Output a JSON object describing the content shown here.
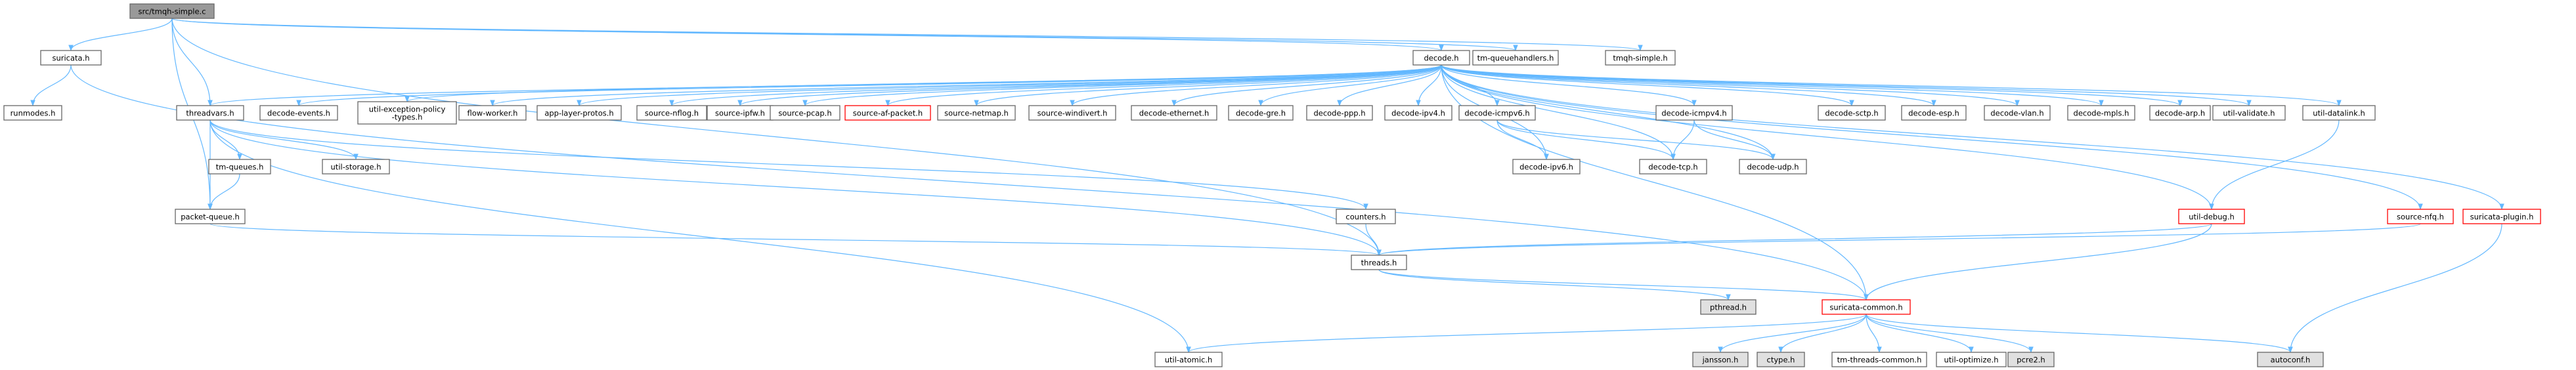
{
  "graph": {
    "root": "src/tmqh-simple.c",
    "colors": {
      "edge": "#63b8ff",
      "node_border": "#666666",
      "node_fill": "#ffffff",
      "root_fill": "#999999",
      "system_fill": "#e0e0e0",
      "truncated_border": "#ff0000"
    },
    "nodes": [
      {
        "id": "root",
        "label": "src/tmqh-simple.c",
        "style": "root"
      },
      {
        "id": "suricata",
        "label": "suricata.h",
        "style": "normal"
      },
      {
        "id": "runmodes",
        "label": "runmodes.h",
        "style": "normal"
      },
      {
        "id": "decode",
        "label": "decode.h",
        "style": "normal"
      },
      {
        "id": "tmqh",
        "label": "tm-queuehandlers.h",
        "style": "normal"
      },
      {
        "id": "tmqhs",
        "label": "tmqh-simple.h",
        "style": "normal"
      },
      {
        "id": "threadvars",
        "label": "threadvars.h",
        "style": "normal"
      },
      {
        "id": "devents",
        "label": "decode-events.h",
        "style": "normal"
      },
      {
        "id": "uexc",
        "label": "util-exception-policy\n-types.h",
        "style": "normal"
      },
      {
        "id": "flowworker",
        "label": "flow-worker.h",
        "style": "normal"
      },
      {
        "id": "applayer",
        "label": "app-layer-protos.h",
        "style": "normal"
      },
      {
        "id": "nflog",
        "label": "source-nflog.h",
        "style": "normal"
      },
      {
        "id": "ipfw",
        "label": "source-ipfw.h",
        "style": "normal"
      },
      {
        "id": "pcap",
        "label": "source-pcap.h",
        "style": "normal"
      },
      {
        "id": "afpacket",
        "label": "source-af-packet.h",
        "style": "truncated"
      },
      {
        "id": "netmap",
        "label": "source-netmap.h",
        "style": "normal"
      },
      {
        "id": "windivert",
        "label": "source-windivert.h",
        "style": "normal"
      },
      {
        "id": "deth",
        "label": "decode-ethernet.h",
        "style": "normal"
      },
      {
        "id": "dgre",
        "label": "decode-gre.h",
        "style": "normal"
      },
      {
        "id": "dppp",
        "label": "decode-ppp.h",
        "style": "normal"
      },
      {
        "id": "dipv4",
        "label": "decode-ipv4.h",
        "style": "normal"
      },
      {
        "id": "dicmpv6",
        "label": "decode-icmpv6.h",
        "style": "normal"
      },
      {
        "id": "dicmpv4",
        "label": "decode-icmpv4.h",
        "style": "normal"
      },
      {
        "id": "dsctp",
        "label": "decode-sctp.h",
        "style": "normal"
      },
      {
        "id": "desp",
        "label": "decode-esp.h",
        "style": "normal"
      },
      {
        "id": "dvlan",
        "label": "decode-vlan.h",
        "style": "normal"
      },
      {
        "id": "dmpls",
        "label": "decode-mpls.h",
        "style": "normal"
      },
      {
        "id": "darp",
        "label": "decode-arp.h",
        "style": "normal"
      },
      {
        "id": "uvalidate",
        "label": "util-validate.h",
        "style": "normal"
      },
      {
        "id": "udatalink",
        "label": "util-datalink.h",
        "style": "normal"
      },
      {
        "id": "tmqueues",
        "label": "tm-queues.h",
        "style": "normal"
      },
      {
        "id": "ustorage",
        "label": "util-storage.h",
        "style": "normal"
      },
      {
        "id": "dipv6",
        "label": "decode-ipv6.h",
        "style": "normal"
      },
      {
        "id": "dtcp",
        "label": "decode-tcp.h",
        "style": "normal"
      },
      {
        "id": "dudp",
        "label": "decode-udp.h",
        "style": "normal"
      },
      {
        "id": "pktqueue",
        "label": "packet-queue.h",
        "style": "normal"
      },
      {
        "id": "counters",
        "label": "counters.h",
        "style": "normal"
      },
      {
        "id": "udebug",
        "label": "util-debug.h",
        "style": "truncated"
      },
      {
        "id": "nfq",
        "label": "source-nfq.h",
        "style": "truncated"
      },
      {
        "id": "plugin",
        "label": "suricata-plugin.h",
        "style": "truncated"
      },
      {
        "id": "threads",
        "label": "threads.h",
        "style": "normal"
      },
      {
        "id": "pthread",
        "label": "pthread.h",
        "style": "system"
      },
      {
        "id": "common",
        "label": "suricata-common.h",
        "style": "truncated"
      },
      {
        "id": "atomic",
        "label": "util-atomic.h",
        "style": "normal"
      },
      {
        "id": "jansson",
        "label": "jansson.h",
        "style": "system"
      },
      {
        "id": "ctype",
        "label": "ctype.h",
        "style": "system"
      },
      {
        "id": "tmthreads",
        "label": "tm-threads-common.h",
        "style": "normal"
      },
      {
        "id": "uoptimize",
        "label": "util-optimize.h",
        "style": "normal"
      },
      {
        "id": "pcre2",
        "label": "pcre2.h",
        "style": "system"
      },
      {
        "id": "autoconf",
        "label": "autoconf.h",
        "style": "system"
      }
    ],
    "edges": [
      [
        "root",
        "suricata"
      ],
      [
        "root",
        "decode"
      ],
      [
        "root",
        "tmqh"
      ],
      [
        "root",
        "tmqhs"
      ],
      [
        "root",
        "threadvars"
      ],
      [
        "root",
        "pktqueue"
      ],
      [
        "root",
        "threads"
      ],
      [
        "suricata",
        "runmodes"
      ],
      [
        "suricata",
        "common"
      ],
      [
        "decode",
        "threadvars"
      ],
      [
        "decode",
        "devents"
      ],
      [
        "decode",
        "uexc"
      ],
      [
        "decode",
        "flowworker"
      ],
      [
        "decode",
        "applayer"
      ],
      [
        "decode",
        "nflog"
      ],
      [
        "decode",
        "ipfw"
      ],
      [
        "decode",
        "pcap"
      ],
      [
        "decode",
        "afpacket"
      ],
      [
        "decode",
        "netmap"
      ],
      [
        "decode",
        "windivert"
      ],
      [
        "decode",
        "deth"
      ],
      [
        "decode",
        "dgre"
      ],
      [
        "decode",
        "dppp"
      ],
      [
        "decode",
        "dipv4"
      ],
      [
        "decode",
        "dicmpv6"
      ],
      [
        "decode",
        "dicmpv4"
      ],
      [
        "decode",
        "dsctp"
      ],
      [
        "decode",
        "desp"
      ],
      [
        "decode",
        "dvlan"
      ],
      [
        "decode",
        "dmpls"
      ],
      [
        "decode",
        "darp"
      ],
      [
        "decode",
        "uvalidate"
      ],
      [
        "decode",
        "udatalink"
      ],
      [
        "decode",
        "dipv6"
      ],
      [
        "decode",
        "dtcp"
      ],
      [
        "decode",
        "dudp"
      ],
      [
        "decode",
        "udebug"
      ],
      [
        "decode",
        "nfq"
      ],
      [
        "decode",
        "plugin"
      ],
      [
        "decode",
        "common"
      ],
      [
        "threadvars",
        "tmqueues"
      ],
      [
        "threadvars",
        "ustorage"
      ],
      [
        "threadvars",
        "pktqueue"
      ],
      [
        "threadvars",
        "counters"
      ],
      [
        "threadvars",
        "threads"
      ],
      [
        "threadvars",
        "atomic"
      ],
      [
        "tmqueues",
        "pktqueue"
      ],
      [
        "pktqueue",
        "threads"
      ],
      [
        "dicmpv6",
        "dipv6"
      ],
      [
        "dicmpv6",
        "dtcp"
      ],
      [
        "dicmpv6",
        "dudp"
      ],
      [
        "dicmpv4",
        "dtcp"
      ],
      [
        "dicmpv4",
        "dudp"
      ],
      [
        "udatalink",
        "udebug"
      ],
      [
        "udebug",
        "threads"
      ],
      [
        "udebug",
        "common"
      ],
      [
        "nfq",
        "threads"
      ],
      [
        "plugin",
        "autoconf"
      ],
      [
        "counters",
        "threads"
      ],
      [
        "threads",
        "pthread"
      ],
      [
        "threads",
        "common"
      ],
      [
        "common",
        "atomic"
      ],
      [
        "common",
        "jansson"
      ],
      [
        "common",
        "ctype"
      ],
      [
        "common",
        "tmthreads"
      ],
      [
        "common",
        "uoptimize"
      ],
      [
        "common",
        "pcre2"
      ],
      [
        "common",
        "autoconf"
      ]
    ]
  }
}
